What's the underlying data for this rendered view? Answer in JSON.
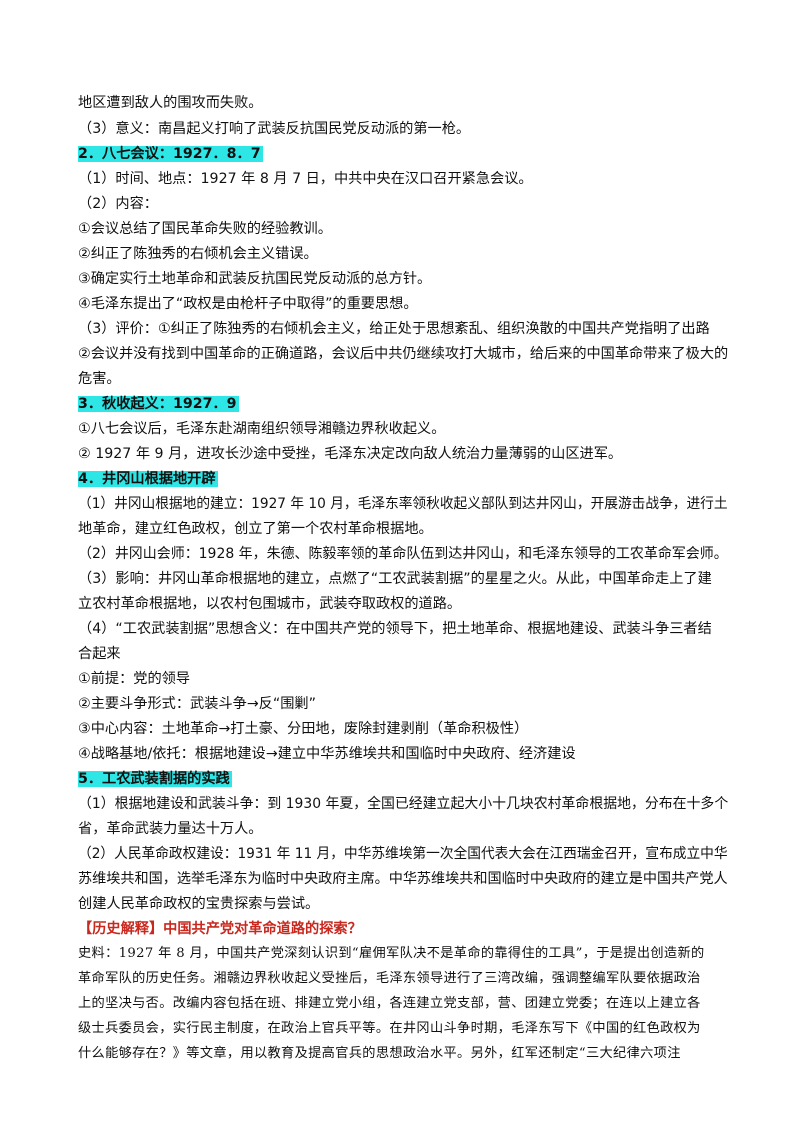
{
  "lines": [
    "地区遭到敌人的围攻而失败。",
    "（3）意义：南昌起义打响了武装反抗国民党反动派的第一枪。",
    "2．八七会议：1927．8．7",
    "（1）时间、地点：1927 年 8 月 7 日，中共中央在汉口召开紧急会议。",
    "（2）内容：",
    "①会议总结了国民革命失败的经验教训。",
    "②纠正了陈独秀的右倾机会主义错误。",
    "③确定实行土地革命和武装反抗国民党反动派的总方针。",
    "④毛泽东提出了“政权是由枪杆子中取得”的重要思想。",
    "（3）评价：①纠正了陈独秀的右倾机会主义，给正处于思想紊乱、组织涣散的中国共产党指明了出路",
    "②会议并没有找到中国革命的正确道路，会议后中共仍继续攻打大城市，给后来的中国革命带来了极大的",
    "危害。",
    "3．秋收起义：1927．9",
    "①八七会议后，毛泽东赴湖南组织领导湘赣边界秋收起义。",
    "② 1927 年 9 月，进攻长沙途中受挫，毛泽东决定改向敌人统治力量薄弱的山区进军。",
    "4．井冈山根据地开辟",
    "（1）井冈山根据地的建立：1927 年 10 月，毛泽东率领秋收起义部队到达井冈山，开展游击战争，进行土",
    "地革命，建立红色政权，创立了第一个农村革命根据地。",
    "（2）井冈山会师：1928 年，朱德、陈毅率领的革命队伍到达井冈山，和毛泽东领导的工农革命军会师。",
    "（3）影响：井冈山革命根据地的建立，点燃了“工农武装割据”的星星之火。从此，中国革命走上了建",
    "立农村革命根据地，以农村包围城市，武装夺取政权的道路。",
    "（4）“工农武装割据”思想含义：在中国共产党的领导下，把土地革命、根据地建设、武装斗争三者结",
    "合起来",
    "①前提：党的领导",
    "②主要斗争形式：武装斗争→反“围剿”",
    "③中心内容：土地革命→打土豪、分田地，废除封建剥削（革命积极性）",
    "④战略基地/依托：根据地建设→建立中华苏维埃共和国临时中央政府、经济建设",
    "5．工农武装割据的实践",
    "（1）根据地建设和武装斗争：到 1930 年夏，全国已经建立起大小十几块农村革命根据地，分布在十多个",
    "省，革命武装力量达十万人。",
    "（2）人民革命政权建设：1931 年 11 月，中华苏维埃第一次全国代表大会在江西瑞金召开，宣布成立中华",
    "苏维埃共和国，选举毛泽东为临时中央政府主席。中华苏维埃共和国临时中央政府的建立是中国共产党人",
    "创建人民革命政权的宝贵探索与尝试。",
    "【历史解释】中国共产党对革命道路的探索？",
    "史料：1927 年 8 月，中国共产党深刻认识到“雇佣军队决不是革命的靠得住的工具”，于是提出创造新的",
    "革命军队的历史任务。湘赣边界秋收起义受挫后，毛泽东领导进行了三湾改编，强调整编军队要依据政治",
    "上的坚决与否。改编内容包括在班、排建立党小组，各连建立党支部，营、团建立党委；在连以上建立各",
    "级士兵委员会，实行民主制度，在政治上官兵平等。在井冈山斗争时期，毛泽东写下《中国的红色政权为",
    "什么能够存在？》等文章，用以教育及提高官兵的思想政治水平。另外，红军还制定“三大纪律六项注"
  ]
}
